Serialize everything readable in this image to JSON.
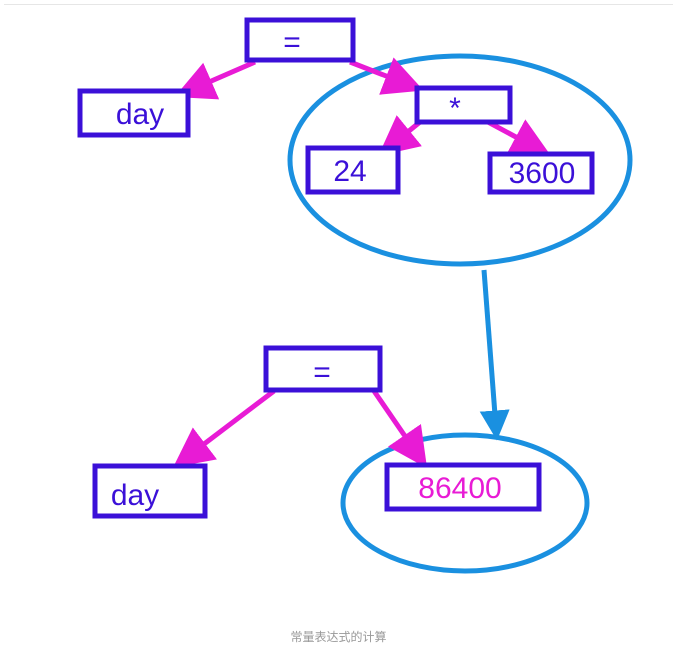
{
  "colors": {
    "box_stroke": "#3b10d8",
    "text_purple": "#3b10d8",
    "arrow_magenta": "#e81bd5",
    "ellipse_blue": "#1a90e0",
    "result_text": "#e81bd5"
  },
  "before": {
    "root": "=",
    "left": "day",
    "op": "*",
    "op_left": "24",
    "op_right": "3600"
  },
  "after": {
    "root": "=",
    "left": "day",
    "result": "86400"
  },
  "caption": "常量表达式的计算"
}
